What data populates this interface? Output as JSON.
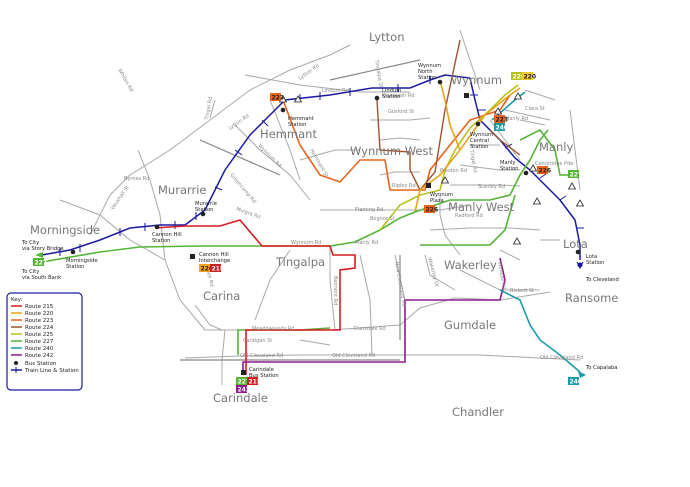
{
  "suburbs": [
    "Lytton",
    "Wynnum",
    "Hemmant",
    "Wynnum West",
    "Manly",
    "Murarrie",
    "Morningside",
    "Manly West",
    "Lota",
    "Tingalpa",
    "Wakerley",
    "Carina",
    "Ransome",
    "Gumdale",
    "Carindale",
    "Chandler"
  ],
  "roads": [
    "Lindum Rd",
    "Tingal Rd",
    "Wynnum Rd",
    "Manly Rd",
    "Fleming Rd",
    "Bognor St",
    "Radford Rd",
    "Preston Rd",
    "Kianawah Rd",
    "Gosford St",
    "Ripley Rd",
    "Stanley Rd",
    "Cardigan St",
    "Meadowlands Rd",
    "Dunsdale Rd",
    "Old Cleveland Rd",
    "Old Cleveland Rd",
    "Old Cleveland Rd",
    "Bickett St",
    "Lytton Rd",
    "Lytton Rd",
    "Mulgra Rd",
    "Creek Rd",
    "Belmont Rd",
    "Byrnes Rd",
    "Vauxhall St",
    "Tingal Rd",
    "Whites Rd",
    "Greencamp Rd",
    "New Cleveland Rd",
    "Wakerley Dr",
    "Wondall Rd",
    "Hemmant St",
    "Manly Rd",
    "Clara St",
    "Wynnum Rd",
    "Cambridge Pde",
    "Tingalpa St"
  ],
  "stations": {
    "lindum": [
      "Lindum",
      "Station"
    ],
    "wynnum_north": [
      "Wynnum",
      "North",
      "Station"
    ],
    "hemmant": [
      "Hemmant",
      "Station"
    ],
    "wynnum_central": [
      "Wynnum",
      "Central",
      "Station"
    ],
    "manly": [
      "Manly",
      "Station"
    ],
    "murarrie": [
      "Murarrie",
      "Station"
    ],
    "cannon_hill": [
      "Cannon Hill",
      "Station"
    ],
    "morningside": [
      "Morningside",
      "Station"
    ],
    "wynnum_plaza": [
      "Wynnum",
      "Plaza"
    ],
    "lota": [
      "Lota",
      "Station"
    ],
    "cannon_hill_interchange": [
      "Cannon Hill",
      "Interchange"
    ],
    "carindale_bus": [
      "Carindale",
      "Bus Station"
    ]
  },
  "destinations": {
    "city_story_bridge": [
      "To City",
      "via Story Bridge"
    ],
    "city_south_bank": [
      "To City",
      "via South Bank"
    ],
    "cleveland": "To Cleveland",
    "capalaba": "To Capalaba"
  },
  "badges": {
    "wynnum_top": [
      "225",
      "220"
    ],
    "hemmant": "223",
    "manly": [
      "226",
      "227"
    ],
    "morningside": "227",
    "wynnum_plaza": "226",
    "wynnum_central": [
      "223",
      "240"
    ],
    "cannon_hill": [
      "226",
      "215"
    ],
    "carindale": [
      "227",
      "215",
      "242"
    ],
    "capalaba": "240"
  },
  "key": {
    "title": "Key:",
    "routes": [
      {
        "label": "Route 215",
        "color": "#d71a21"
      },
      {
        "label": "Route 220",
        "color": "#e8a21b"
      },
      {
        "label": "Route 223",
        "color": "#e8641b"
      },
      {
        "label": "Route 224",
        "color": "#a0522d"
      },
      {
        "label": "Route 225",
        "color": "#b7c21b"
      },
      {
        "label": "Route 227",
        "color": "#54b435"
      },
      {
        "label": "Route 240",
        "color": "#1a9ba8"
      },
      {
        "label": "Route 242",
        "color": "#8e1a8e"
      }
    ],
    "bus_station": "Bus Station",
    "train_line": "Train Line & Station"
  },
  "colors": {
    "r215": "#d71a21",
    "r220": "#e8a21b",
    "r223": "#e8641b",
    "r224": "#a0522d",
    "r225": "#b7c21b",
    "r227": "#54b435",
    "r240": "#1a9ba8",
    "r242": "#8e1a8e",
    "train": "#1a1aa0",
    "road": "#9a9a9a",
    "bus_station": "#222222"
  }
}
